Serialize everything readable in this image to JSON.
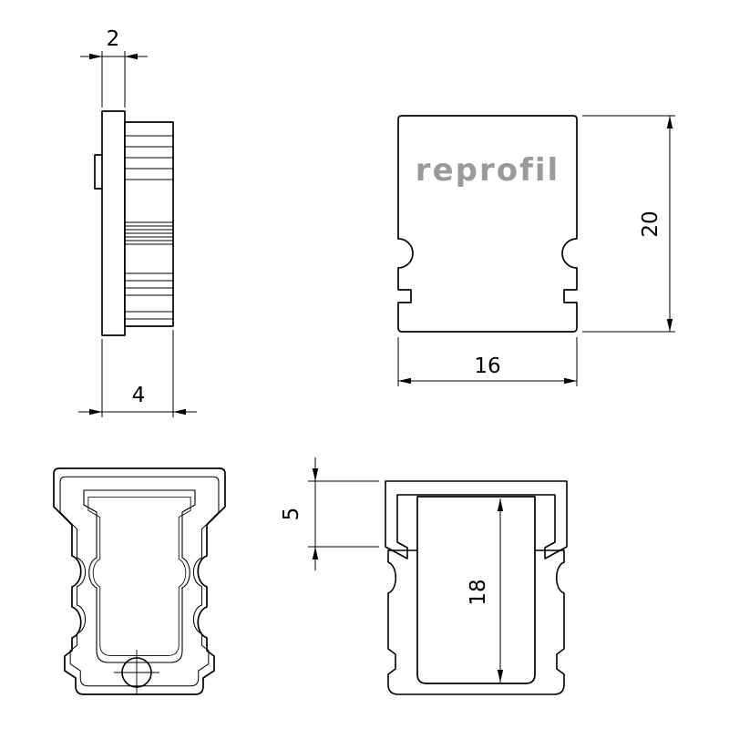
{
  "logo": {
    "text": "reprofil",
    "color": "#9a9a9a"
  },
  "dimensions": {
    "side_thickness": "2",
    "side_depth": "4",
    "front_width": "16",
    "front_height": "20",
    "section_cap_height": "5",
    "section_inner_height": "18"
  },
  "colors": {
    "line": "#000000",
    "cap_fill": "#7f7f7f",
    "profile_fill": "#dcdcdc",
    "background": "#ffffff"
  }
}
